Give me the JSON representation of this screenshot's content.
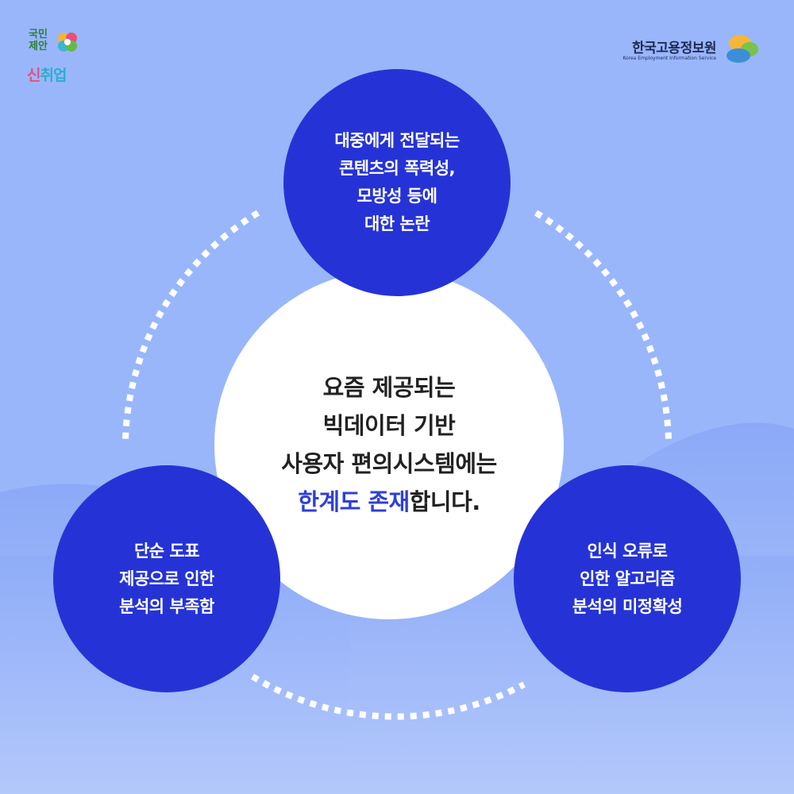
{
  "logo_left": {
    "line1": "국민",
    "line2": "제안",
    "brand_part1": "신",
    "brand_part2": "취업"
  },
  "logo_right": {
    "name": "한국고용정보원",
    "subtitle": "Korea Employment Information Service"
  },
  "colors": {
    "background": "#99b6fb",
    "hill": "#88a7f6",
    "circle_blue": "#2533d6",
    "center_circle": "#ffffff",
    "highlight": "#2f3fd6",
    "dots": "#ffffff"
  },
  "center": {
    "line1": "요즘 제공되는",
    "line2": "빅데이터 기반",
    "line3": "사용자 편의시스템에는",
    "line4_highlight": "한계도 존재",
    "line4_rest": "합니다."
  },
  "top_circle": {
    "text": "대중에게 전달되는\n콘텐츠의 폭력성,\n모방성 등에\n대한 논란"
  },
  "left_circle": {
    "text": "단순 도표\n제공으로 인한\n분석의 부족함"
  },
  "right_circle": {
    "text": "인식 오류로\n인한 알고리즘\n분석의 미정확성"
  }
}
